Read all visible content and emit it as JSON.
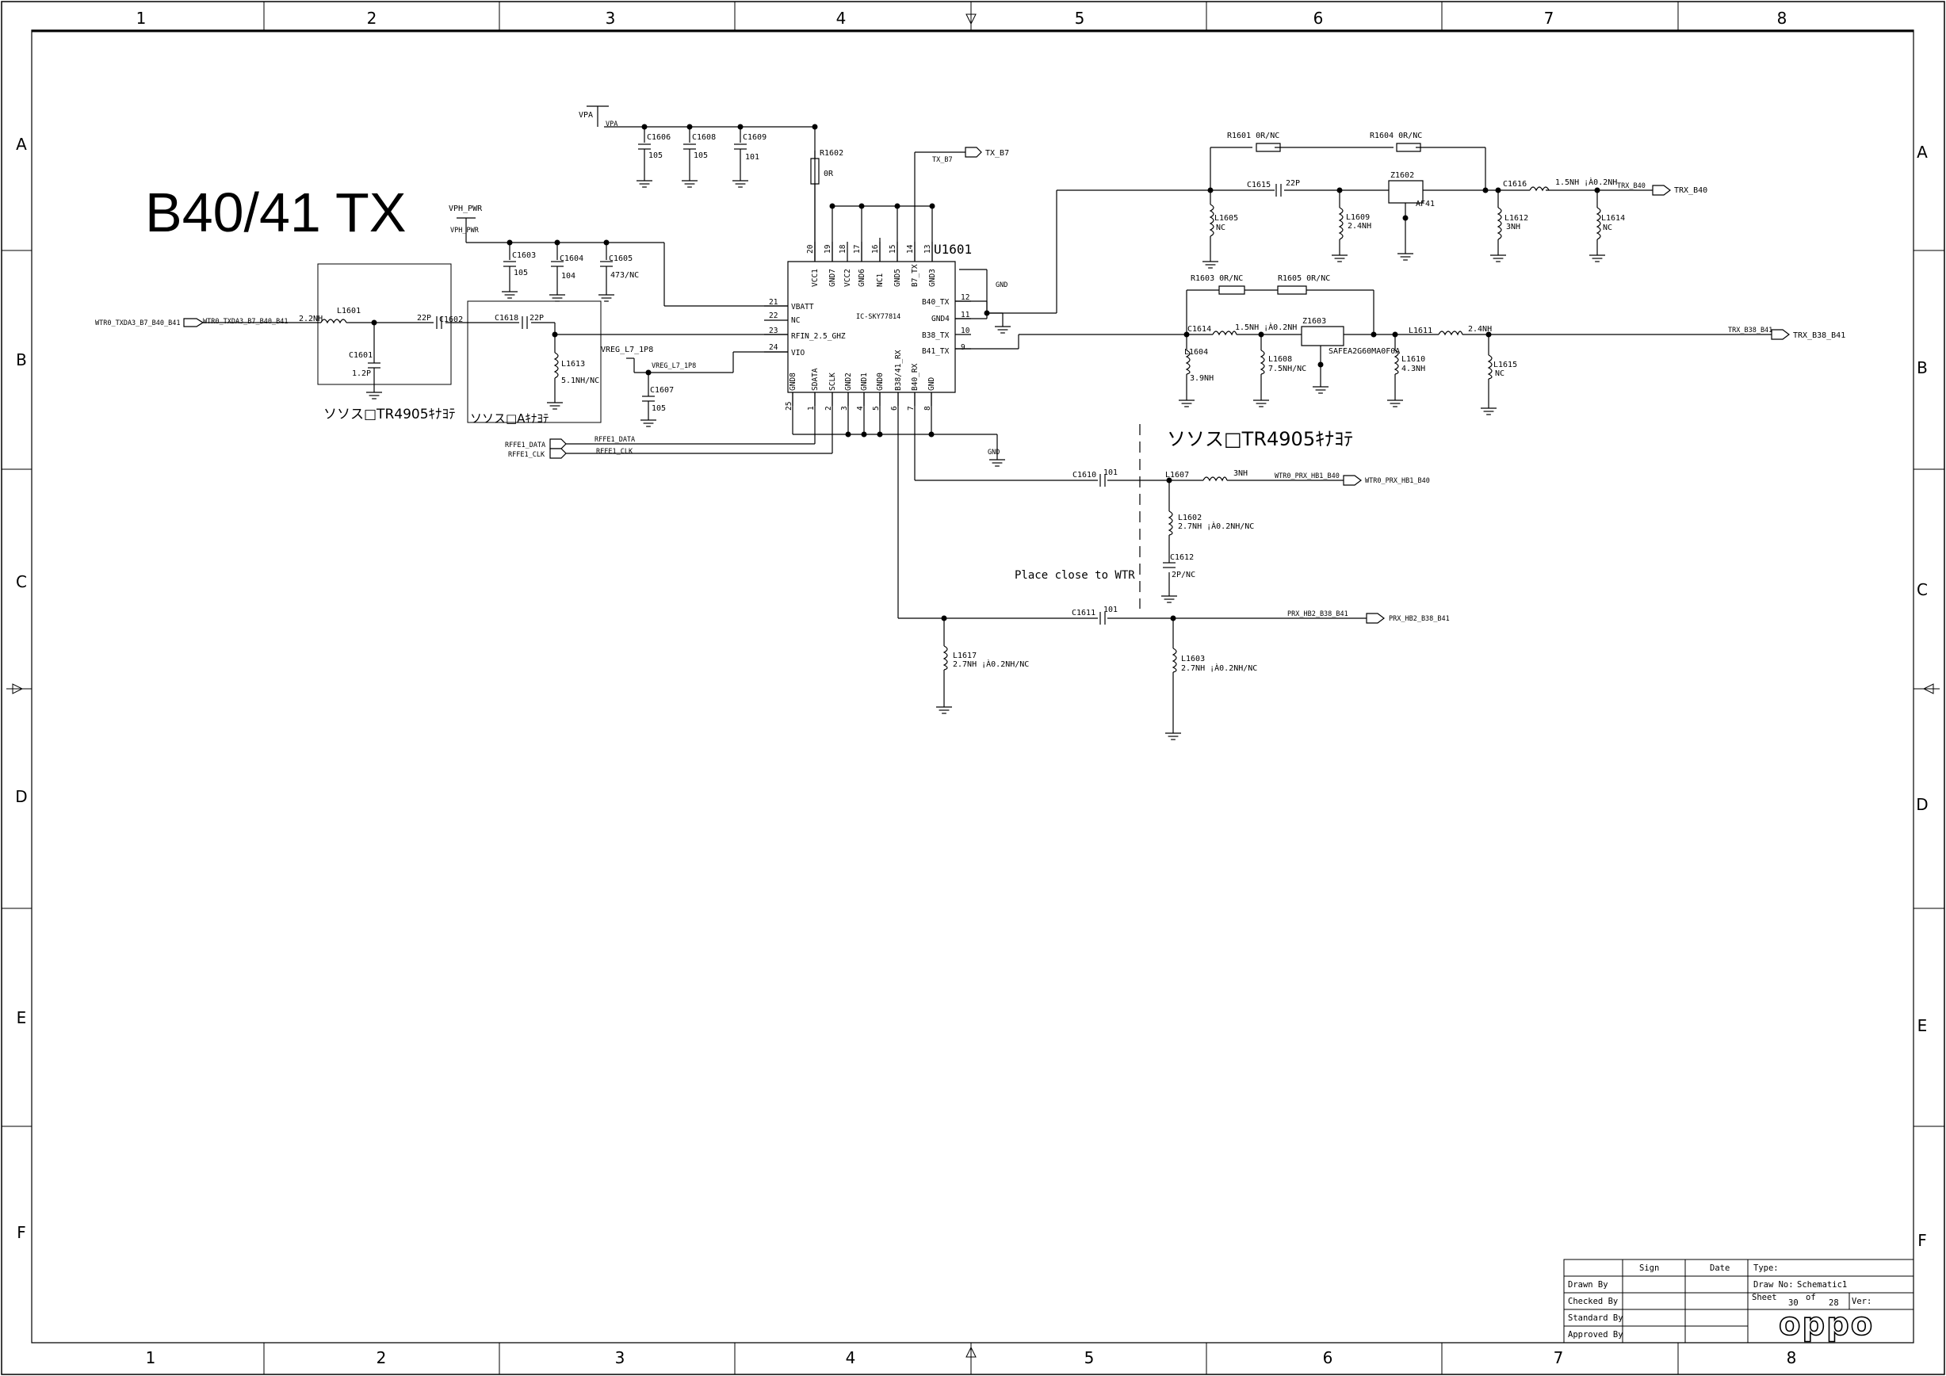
{
  "sheet": {
    "title": "B40/41 TX",
    "note": "Place close to WTR",
    "col_markers": [
      "1",
      "2",
      "3",
      "4",
      "5",
      "6",
      "7",
      "8"
    ],
    "row_markers": [
      "A",
      "B",
      "C",
      "D",
      "E",
      "F"
    ]
  },
  "ic": {
    "refdes": "U1601",
    "part": "IC-SKY77814",
    "left_pins": [
      {
        "num": "21",
        "name": "VBATT"
      },
      {
        "num": "22",
        "name": "NC"
      },
      {
        "num": "23",
        "name": "RFIN_2.5_GHZ"
      },
      {
        "num": "24",
        "name": "VIO"
      }
    ],
    "right_pins": [
      {
        "num": "12",
        "name": "B40_TX"
      },
      {
        "num": "11",
        "name": "GND4"
      },
      {
        "num": "10",
        "name": "B38_TX"
      },
      {
        "num": "9",
        "name": "B41_TX"
      }
    ],
    "top_pins": [
      {
        "num": "20",
        "name": "VCC1"
      },
      {
        "num": "19",
        "name": "GND7"
      },
      {
        "num": "18",
        "name": "VCC2"
      },
      {
        "num": "17",
        "name": "GND6"
      },
      {
        "num": "16",
        "name": "NC1"
      },
      {
        "num": "15",
        "name": "GND5"
      },
      {
        "num": "14",
        "name": "B7_TX"
      },
      {
        "num": "13",
        "name": "GND3"
      }
    ],
    "bottom_pins": [
      {
        "num": "25",
        "name": "GND8"
      },
      {
        "num": "1",
        "name": "SDATA"
      },
      {
        "num": "2",
        "name": "SCLK"
      },
      {
        "num": "3",
        "name": "GND2"
      },
      {
        "num": "4",
        "name": "GND1"
      },
      {
        "num": "5",
        "name": "GND0"
      },
      {
        "num": "6",
        "name": "B38/41_RX"
      },
      {
        "num": "7",
        "name": "B40_RX"
      },
      {
        "num": "8",
        "name": "GND"
      }
    ]
  },
  "components": {
    "C1606": {
      "ref": "C1606",
      "val": "105"
    },
    "C1608": {
      "ref": "C1608",
      "val": "105"
    },
    "C1609": {
      "ref": "C1609",
      "val": "101"
    },
    "R1602": {
      "ref": "R1602",
      "val": "0R"
    },
    "C1603": {
      "ref": "C1603",
      "val": "105"
    },
    "C1604": {
      "ref": "C1604",
      "val": "104"
    },
    "C1605": {
      "ref": "C1605",
      "val": "473/NC"
    },
    "C1607": {
      "ref": "C1607",
      "val": "105"
    },
    "L1601": {
      "ref": "L1601",
      "val": "2.2NH"
    },
    "C1601": {
      "ref": "C1601",
      "val": "1.2P"
    },
    "C1602": {
      "ref": "C1602",
      "val": "22P"
    },
    "C1618": {
      "ref": "C1618",
      "val": "22P"
    },
    "L1613": {
      "ref": "L1613",
      "val": "5.1NH/NC"
    },
    "R1601": {
      "ref": "R1601",
      "val": "0R/NC"
    },
    "R1604": {
      "ref": "R1604",
      "val": "0R/NC"
    },
    "C1615": {
      "ref": "C1615",
      "val": "22P"
    },
    "Z1602": {
      "ref": "Z1602",
      "val": "AF41"
    },
    "C1616": {
      "ref": "C1616",
      "val": "1.5NH",
      "tol": "¡À0.2NH"
    },
    "L1605": {
      "ref": "L1605",
      "val": "NC"
    },
    "L1609": {
      "ref": "L1609",
      "val": "2.4NH"
    },
    "L1612": {
      "ref": "L1612",
      "val": "3NH"
    },
    "L1614": {
      "ref": "L1614",
      "val": "NC"
    },
    "R1603": {
      "ref": "R1603",
      "val": "0R/NC"
    },
    "R1605": {
      "ref": "R1605",
      "val": "0R/NC"
    },
    "C1614": {
      "ref": "C1614",
      "val": "1.5NH",
      "tol": "¡À0.2NH"
    },
    "Z1603": {
      "ref": "Z1603",
      "val": "SAFEA2G60MA0F0A"
    },
    "L1611": {
      "ref": "L1611",
      "val": "2.4NH"
    },
    "L1604": {
      "ref": "L1604",
      "val": "3.9NH"
    },
    "L1608": {
      "ref": "L1608",
      "val": "7.5NH/NC"
    },
    "L1610": {
      "ref": "L1610",
      "val": "4.3NH"
    },
    "L1615": {
      "ref": "L1615",
      "val": "NC"
    },
    "C1610": {
      "ref": "C1610",
      "val": "101"
    },
    "L1607": {
      "ref": "L1607",
      "val": "3NH"
    },
    "L1602": {
      "ref": "L1602",
      "val": "2.7NH ¡À0.2NH/NC"
    },
    "C1612": {
      "ref": "C1612",
      "val": "2P/NC"
    },
    "C1611": {
      "ref": "C1611",
      "val": "101"
    },
    "L1617": {
      "ref": "L1617",
      "val": "2.7NH ¡À0.2NH/NC"
    },
    "L1603": {
      "ref": "L1603",
      "val": "2.7NH ¡À0.2NH/NC"
    }
  },
  "nets": {
    "vpa": "VPA",
    "vph_pwr": "VPH_PWR",
    "tx_b7": "TX_B7",
    "gnd": "GND",
    "wtr_in": "WTR0_TXDA3_B7_B40_B41",
    "vreg": "VREG_L7_1P8",
    "rffe_data": "RFFE1_DATA",
    "rffe_clk": "RFFE1_CLK",
    "trx_b40": "TRX_B40",
    "trx_b38_b41": "TRX_B38_B41",
    "wtr_prx_b40": "WTR0_PRX_HB1_B40",
    "prx_b38_b41": "PRX_HB2_B38_B41"
  },
  "notes_jp": {
    "left": "ソソス□TR4905ｷﾅﾖﾃ",
    "mid": "ソソス□Aｷﾅﾖﾃ",
    "right": "ソソス□TR4905ｷﾅﾖﾃ"
  },
  "title_block": {
    "sign": "Sign",
    "date": "Date",
    "type": "Type:",
    "drawn_by": "Drawn By",
    "checked_by": "Checked By",
    "standard_by": "Standard By",
    "approved_by": "Approved By",
    "draw_no_label": "Draw No:",
    "draw_no": "Schematic1",
    "sheet_label": "Sheet",
    "sheet_no": "30",
    "of": "of",
    "sheet_total": "28",
    "ver": "Ver:",
    "logo": "oppo"
  }
}
